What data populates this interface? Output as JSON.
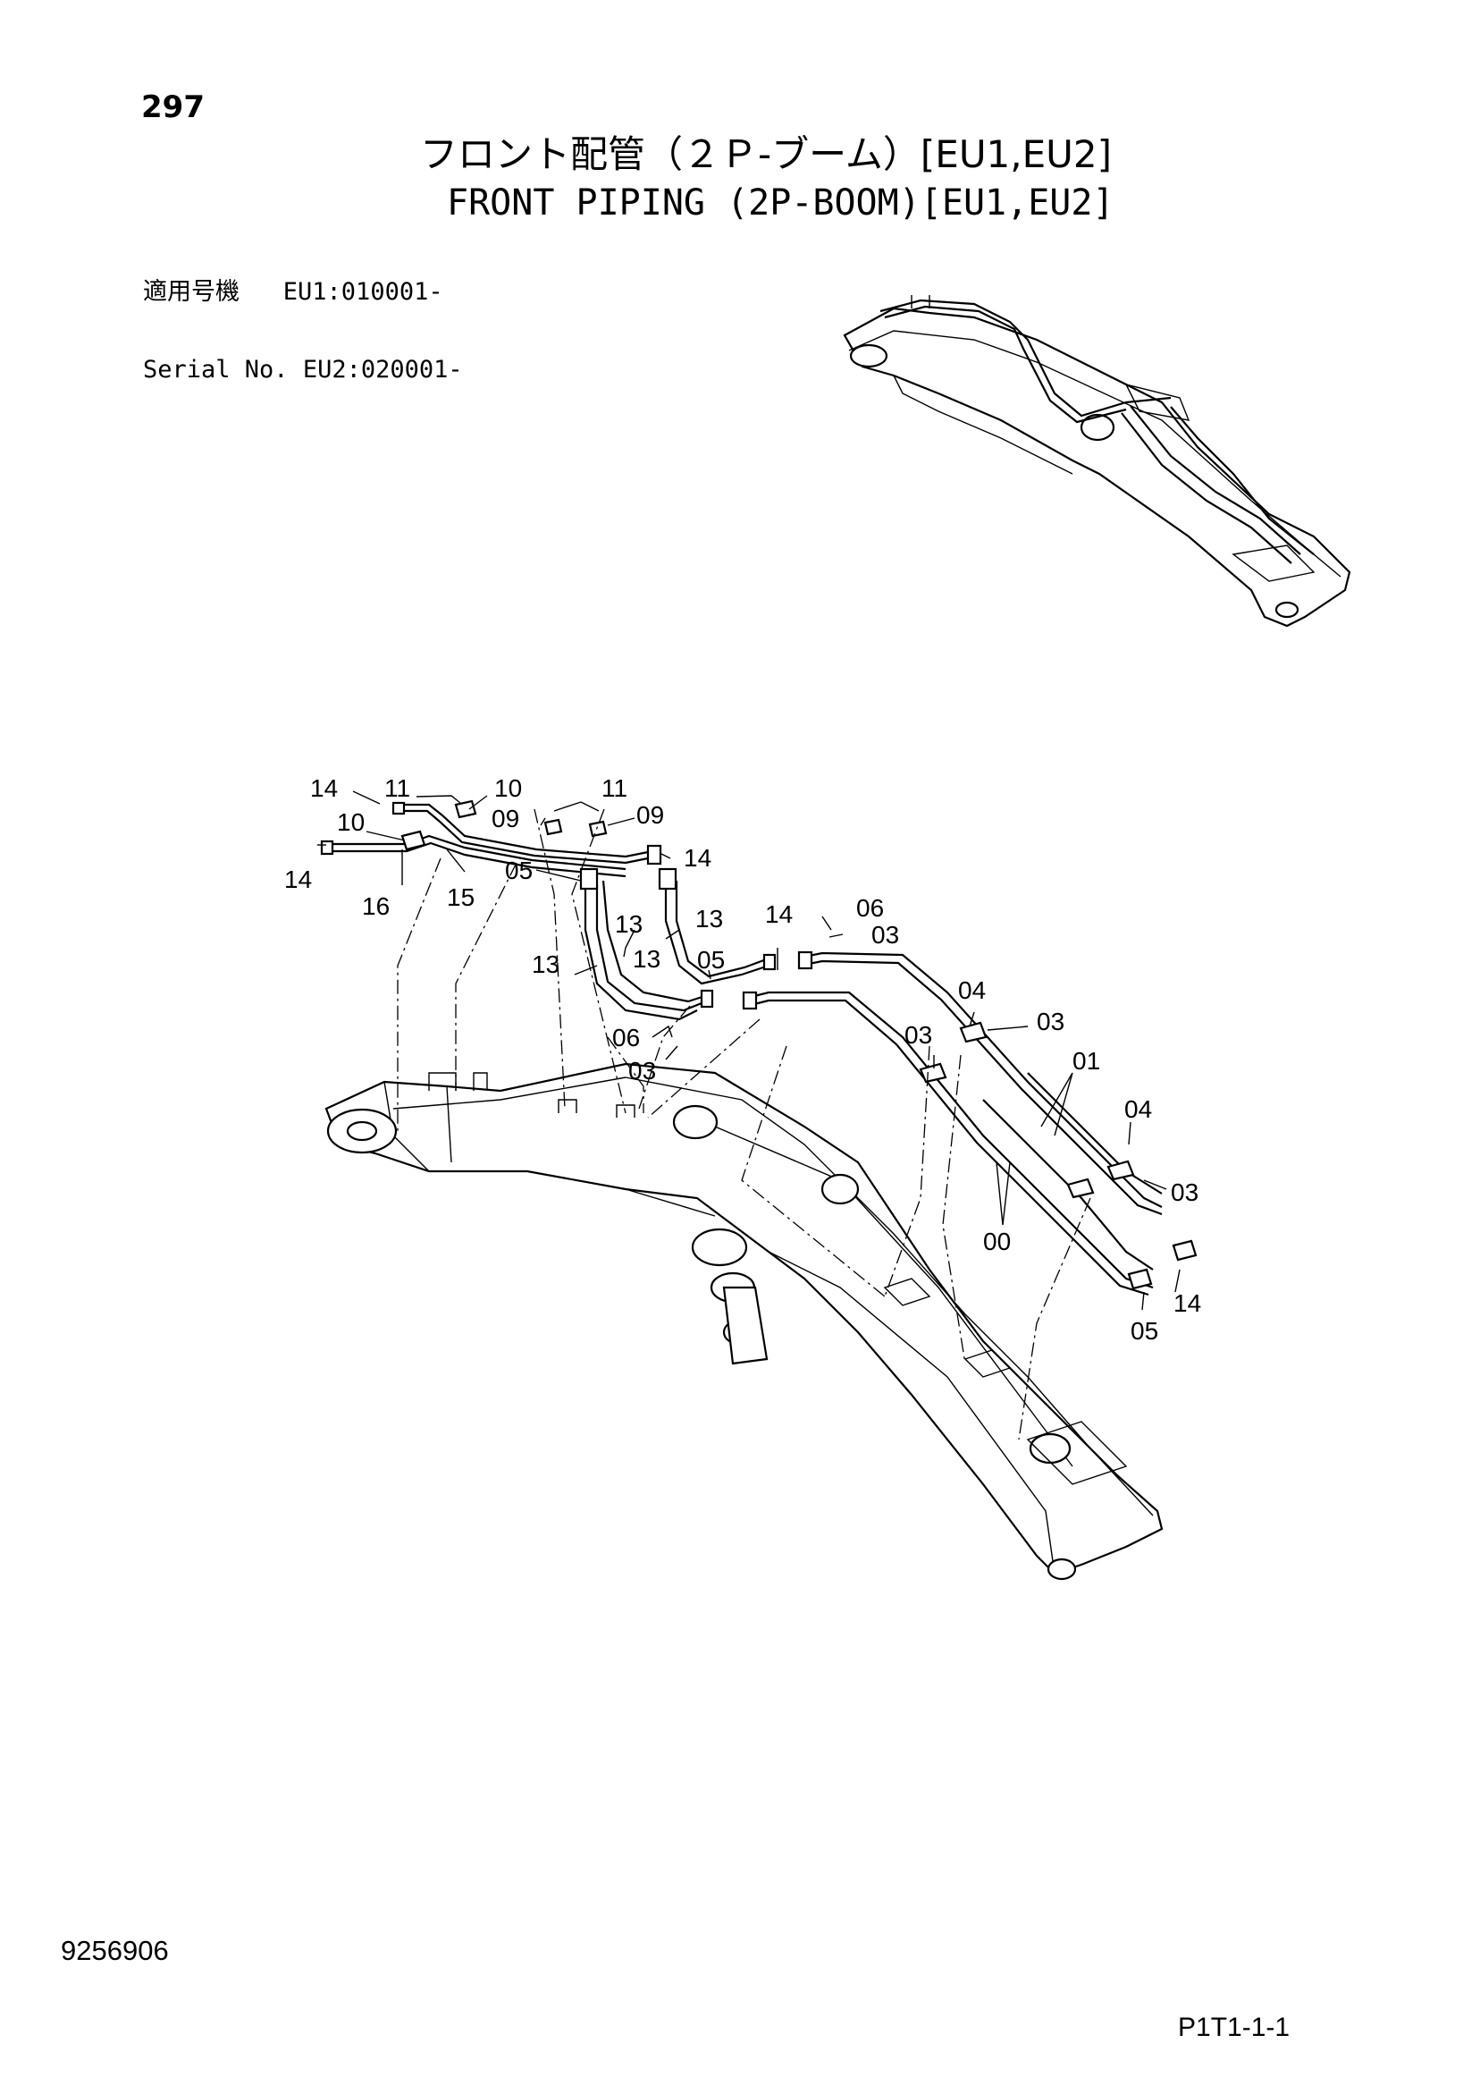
{
  "page_number": "297",
  "title_ja": "フロント配管（２Ｐ-ブーム）[EU1,EU2]",
  "title_en": "FRONT PIPING (2P-BOOM)[EU1,EU2]",
  "serial": {
    "label_ja": "適用号機",
    "label_en": "Serial No.",
    "eu1": "EU1:010001-",
    "eu2": "EU2:020001-"
  },
  "callouts": {
    "c14a": "14",
    "c11a": "11",
    "c10a": "10",
    "c11b": "11",
    "c10b": "10",
    "c09a": "09",
    "c09b": "09",
    "c14b": "14",
    "c14c": "14",
    "c16": "16",
    "c15": "15",
    "c05a": "05",
    "c13a": "13",
    "c13b": "13",
    "c13c": "13",
    "c13d": "13",
    "c14d": "14",
    "c06a": "06",
    "c03a": "03",
    "c05b": "05",
    "c06b": "06",
    "c03b": "03",
    "c04a": "04",
    "c03c": "03",
    "c03d": "03",
    "c01": "01",
    "c04b": "04",
    "c03e": "03",
    "c00": "00",
    "c14e": "14",
    "c05c": "05"
  },
  "doc_number": "9256906",
  "page_ref": "P1T1-1-1"
}
